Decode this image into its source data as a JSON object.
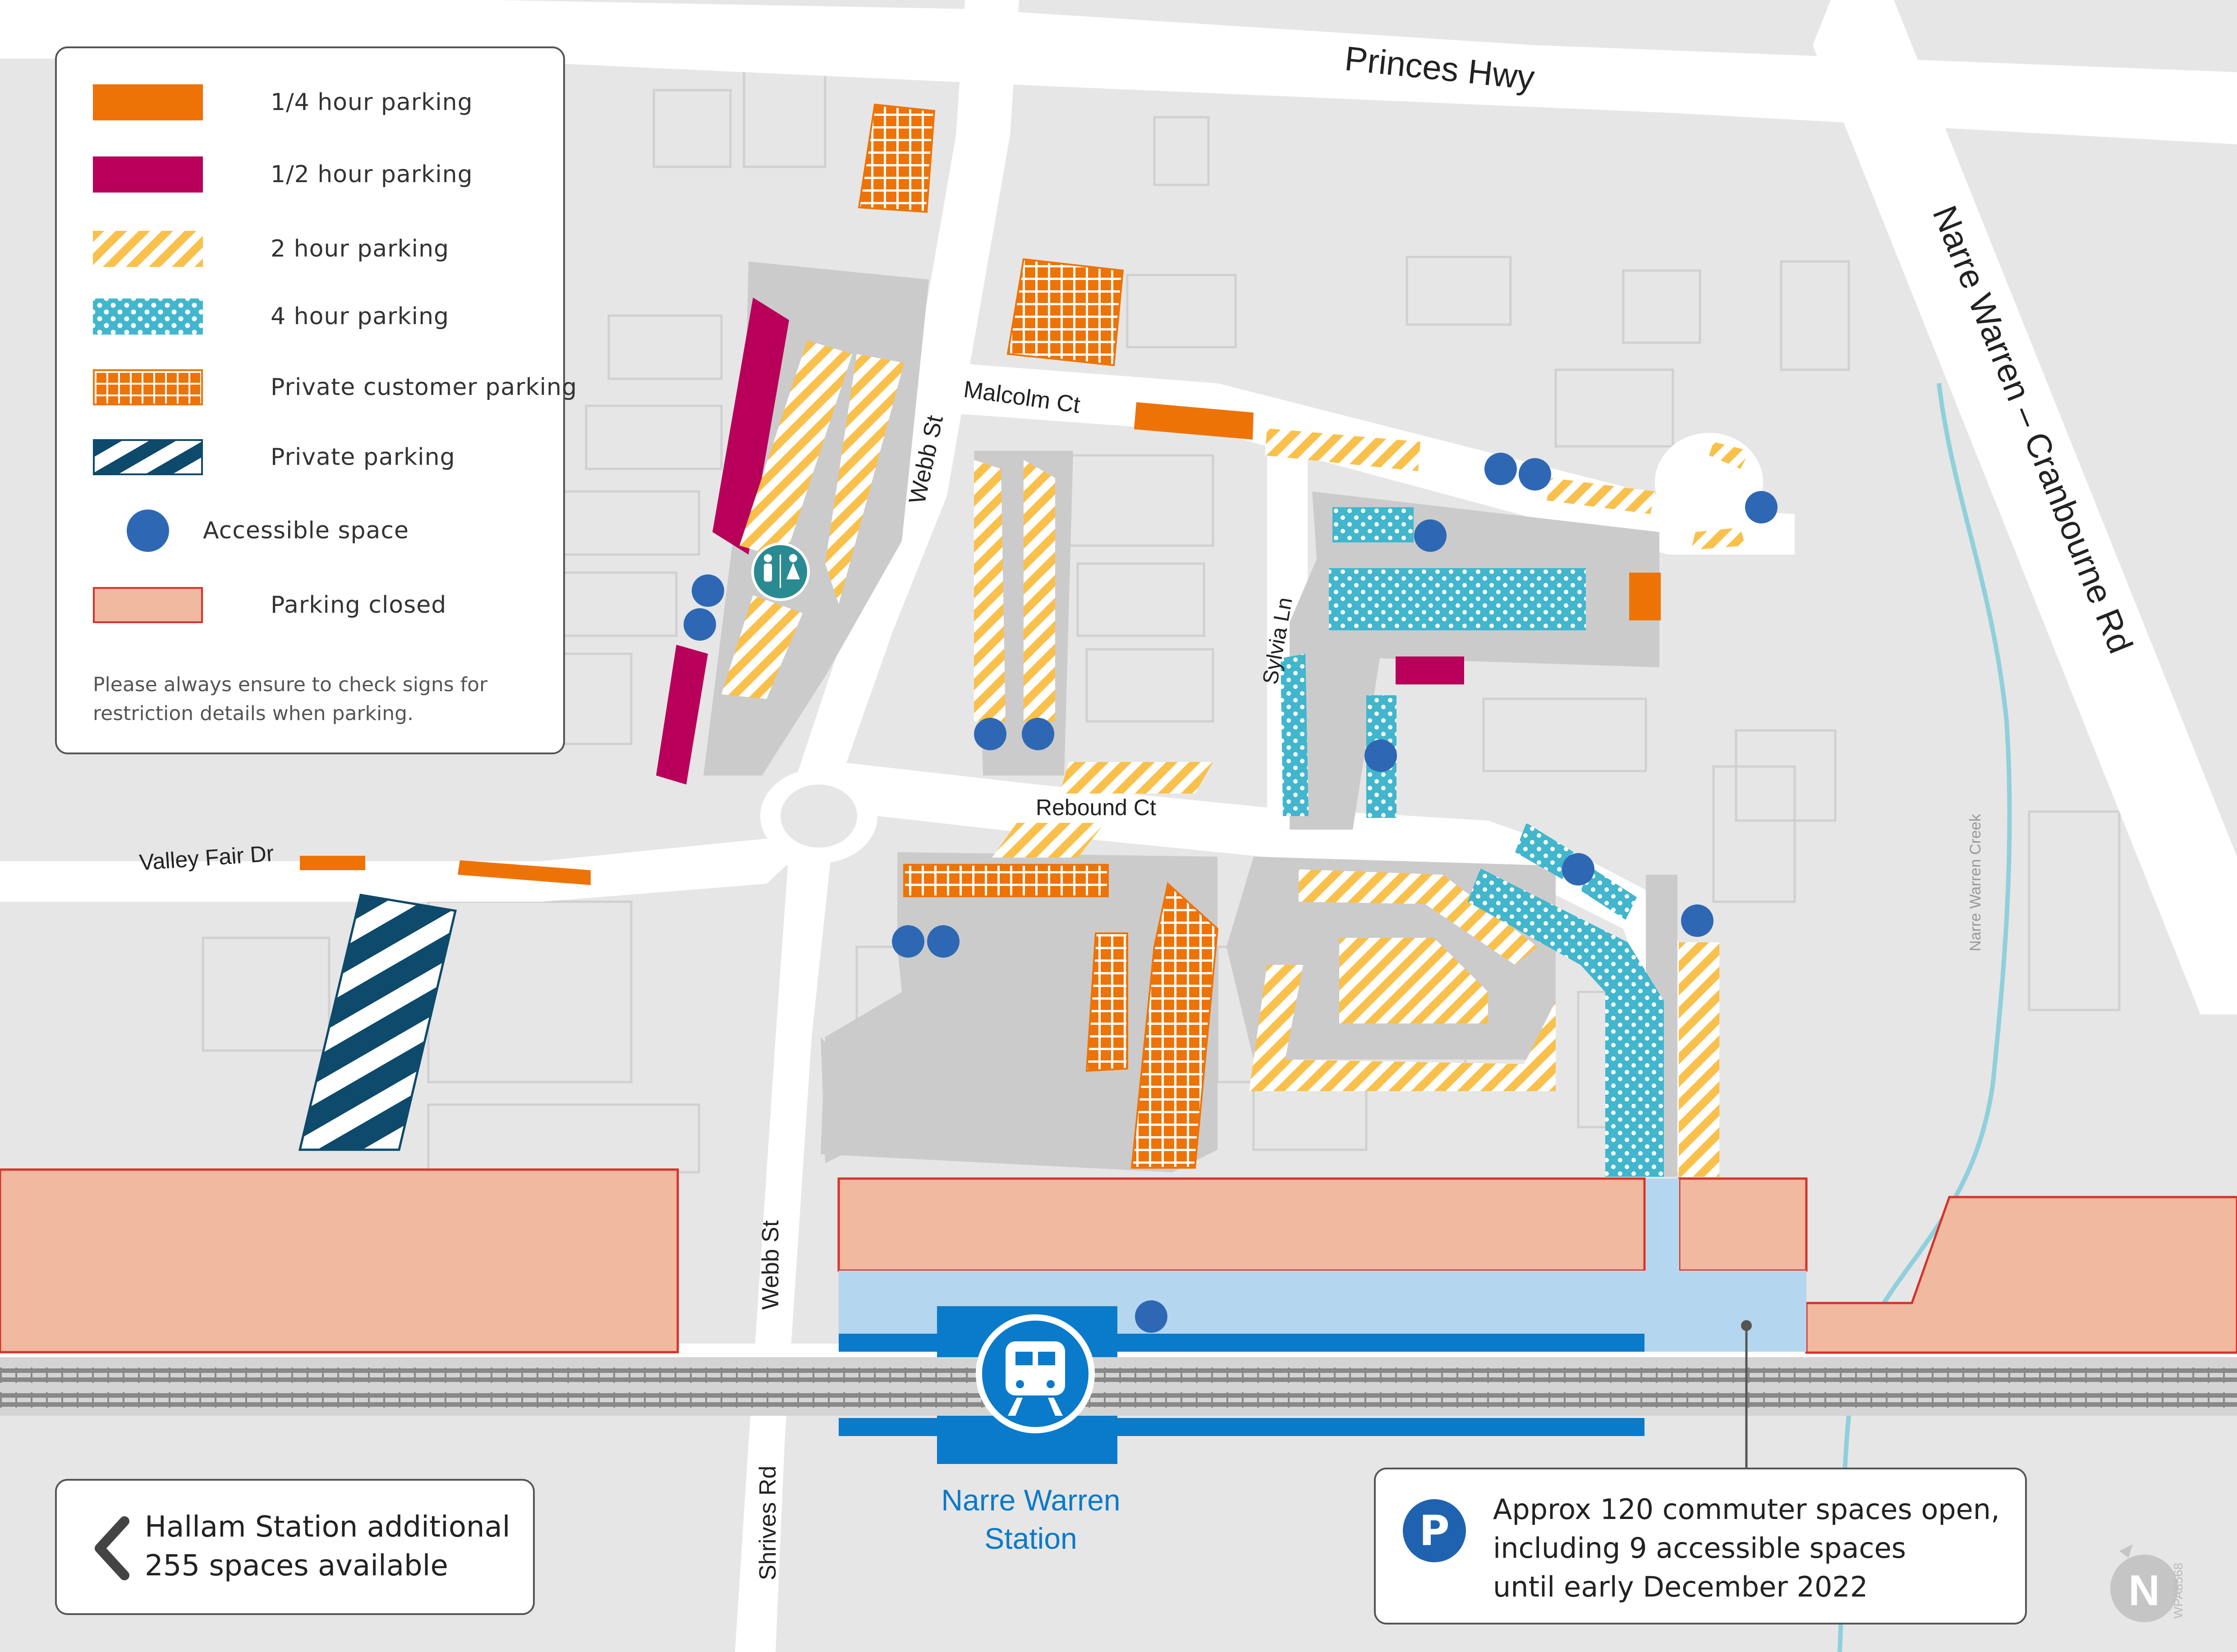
{
  "legend": {
    "items": [
      {
        "label": "1/4 hour parking",
        "kind": "quarter"
      },
      {
        "label": "1/2 hour parking",
        "kind": "half"
      },
      {
        "label": "2 hour parking",
        "kind": "two"
      },
      {
        "label": "4 hour parking",
        "kind": "four"
      },
      {
        "label": "Private customer parking",
        "kind": "customer"
      },
      {
        "label": "Private parking",
        "kind": "private"
      },
      {
        "label": "Accessible space",
        "kind": "accessible"
      },
      {
        "label": "Parking closed",
        "kind": "closed"
      }
    ],
    "note": "Please always ensure to check signs for restriction details when parking."
  },
  "streets": {
    "princes_hwy": "Princes Hwy",
    "narre_warren_cranbourne_rd": "Narre Warren – Cranbourne Rd",
    "malcolm_ct": "Malcolm Ct",
    "webb_st_north": "Webb St",
    "webb_st_south": "Webb St",
    "sylvia_ln": "Sylvia Ln",
    "rebound_ct": "Rebound Ct",
    "valley_fair_dr": "Valley Fair Dr",
    "shrives_rd": "Shrives Rd",
    "creek": "Narre Warren Creek"
  },
  "station": {
    "name_line1": "Narre Warren",
    "name_line2": "Station"
  },
  "hallam": {
    "line1": "Hallam Station additional",
    "line2": "255 spaces available"
  },
  "info": {
    "icon": "P",
    "line1": "Approx 120 commuter spaces open,",
    "line2": "including 9 accessible spaces",
    "line3": "until early December 2022"
  },
  "map_code": "WPA8568",
  "north_label": "N",
  "colors": {
    "quarter": "#ee7307",
    "half": "#b8005a",
    "two": "#f9c04b",
    "four": "#41b6cd",
    "customer": "#ee7307",
    "private": "#0d4a6b",
    "accessible": "#2e68b4",
    "closed": "#f1b9a0",
    "closed_border": "#d5332a",
    "station_blue": "#0a7acb",
    "platform_light": "#b4d7ef",
    "road": "#ffffff",
    "lot": "#cbcbcb",
    "background": "#e6e6e6",
    "creek": "#8fd0dc"
  }
}
